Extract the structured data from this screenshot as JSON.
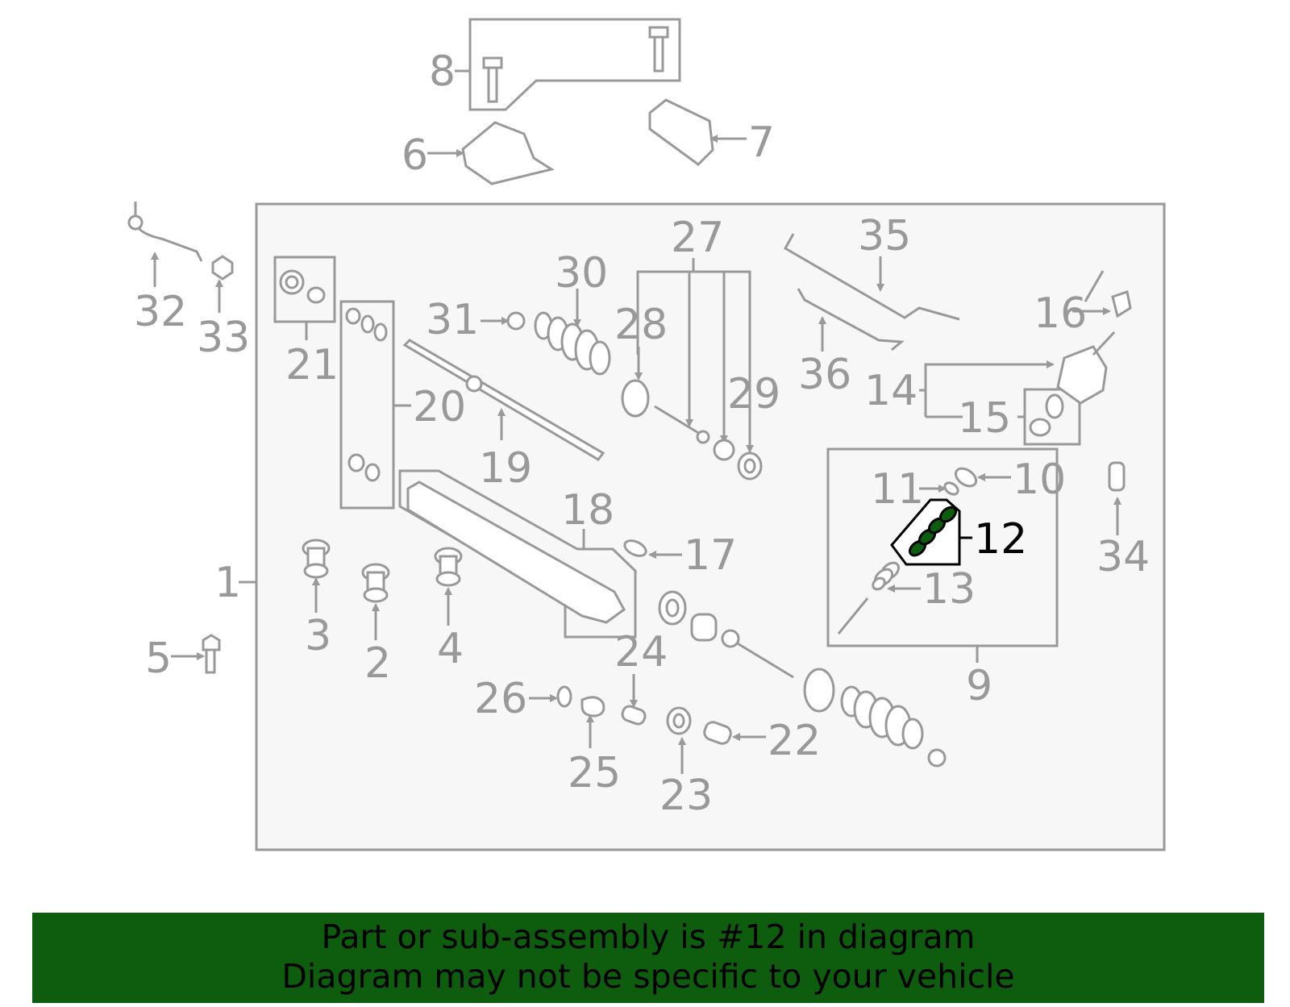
{
  "highlighted_part": "12",
  "callouts": [
    "1",
    "2",
    "3",
    "4",
    "5",
    "6",
    "7",
    "8",
    "9",
    "10",
    "11",
    "12",
    "13",
    "14",
    "15",
    "16",
    "17",
    "18",
    "19",
    "20",
    "21",
    "22",
    "23",
    "24",
    "25",
    "26",
    "27",
    "28",
    "29",
    "30",
    "31",
    "32",
    "33",
    "34",
    "35",
    "36"
  ],
  "banner": {
    "line1": "Part or sub-assembly is #12 in diagram",
    "line2": "Diagram may not be specific to your vehicle",
    "background": "#0e5c0e"
  },
  "colors": {
    "lines": "#999999",
    "highlight": "#000000",
    "panel": "#f7f7f7"
  }
}
